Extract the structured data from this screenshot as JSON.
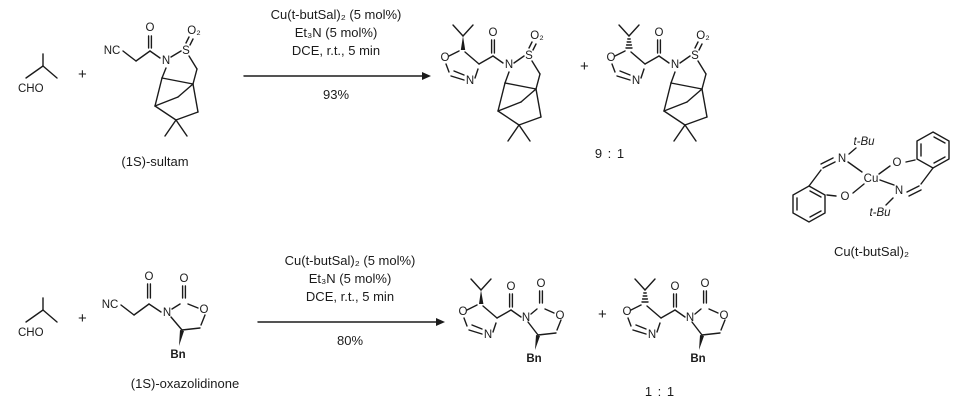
{
  "atoms": {
    "cho": "CHO",
    "nc": "NC",
    "o": "O",
    "o2": "O₂",
    "n": "N",
    "s": "S",
    "bn": "Bn",
    "cu": "Cu",
    "tbu": "t-Bu"
  },
  "operators": {
    "plus": "+"
  },
  "reaction_top": {
    "conditions": [
      "Cu(t-butSal)₂ (5 mol%)",
      "Et₃N (5 mol%)",
      "DCE, r.t., 5 min"
    ],
    "yield": "93%",
    "substrate_name": "(1S)-sultam",
    "product_ratio": "9 : 1"
  },
  "reaction_bottom": {
    "conditions": [
      "Cu(t-butSal)₂ (5 mol%)",
      "Et₃N (5 mol%)",
      "DCE, r.t., 5 min"
    ],
    "yield": "80%",
    "substrate_name": "(1S)-oxazolidinone",
    "product_ratio": "1 : 1"
  },
  "catalyst": {
    "name": "Cu(t-butSal)₂"
  }
}
